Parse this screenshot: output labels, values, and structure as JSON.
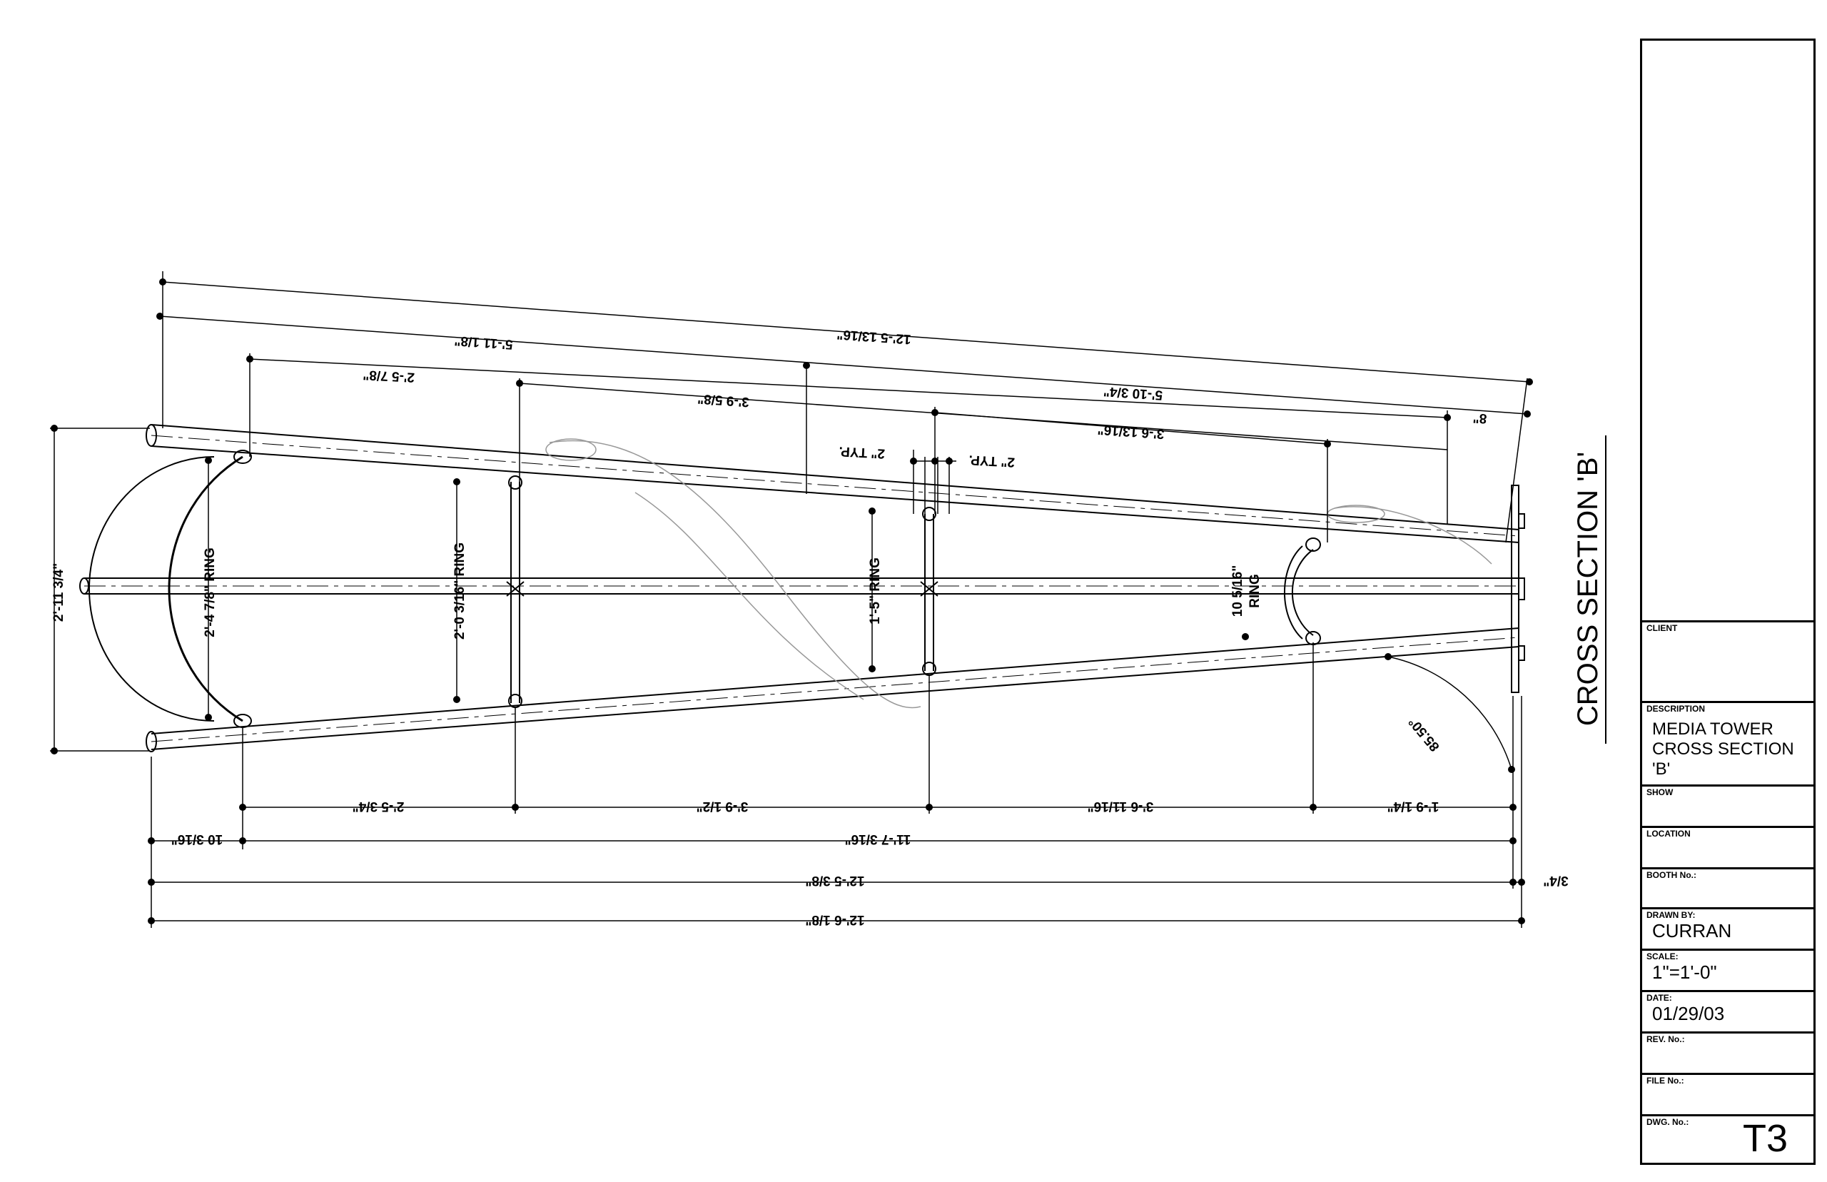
{
  "drawing": {
    "section_title": "CROSS SECTION 'B'",
    "top_dims": {
      "overall": "12'-5 13/16\"",
      "first_segment": "5'-11 1/8\"",
      "ring_offset": "2'-5 7/8\"",
      "upper_right": "5'-10 3/4\"",
      "mid_left": "3'-9 5/8\"",
      "mid_right": "3'-6 13/16\"",
      "end_gap": "8\"",
      "typ_left": "2\" TYP.",
      "typ_right": "2\" TYP."
    },
    "bottom_dims": {
      "seg1": "2'-5 3/4\"",
      "seg2": "3'-9 1/2\"",
      "seg3": "3'-6 11/16\"",
      "seg4": "1'-9 1/4\"",
      "end_offset": "10 3/16\"",
      "span": "11'-7 3/16\"",
      "overall_inner": "12'-5 3/8\"",
      "side_gap": "3/4\"",
      "overall": "12'-6 1/8\""
    },
    "left_dim": "2'-11 3/4\"",
    "rings": {
      "r1": "2'-4 7/8\" RING",
      "r2": "2'-0 3/16\" RING",
      "r3": "1'-5\" RING",
      "r4_line1": "10 5/16\"",
      "r4_line2": "RING"
    },
    "angle": "85.50°"
  },
  "title_block": {
    "client_label": "CLIENT",
    "client_value": "",
    "description_label": "DESCRIPTION",
    "description_line1": "MEDIA TOWER",
    "description_line2": "CROSS SECTION  'B'",
    "show_label": "SHOW",
    "location_label": "LOCATION",
    "booth_label": "BOOTH No.:",
    "drawn_by_label": "DRAWN BY:",
    "drawn_by_value": "CURRAN",
    "scale_label": "SCALE:",
    "scale_value": "1\"=1'-0\"",
    "date_label": "DATE:",
    "date_value": "01/29/03",
    "rev_label": "REV. No.:",
    "file_label": "FILE No.:",
    "dwg_label": "DWG. No.:",
    "dwg_value": "T3"
  }
}
